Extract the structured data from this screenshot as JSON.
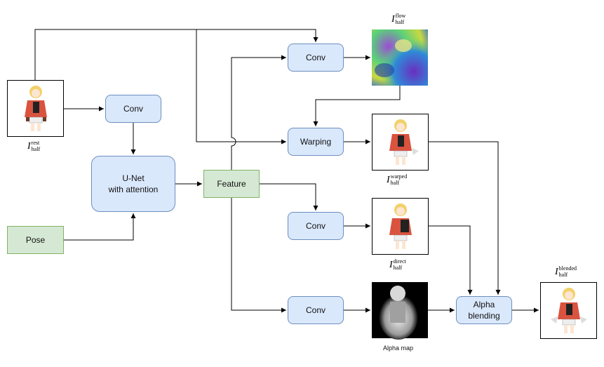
{
  "nodes": {
    "conv_top": "Conv",
    "conv_left": "Conv",
    "warping": "Warping",
    "unet_line1": "U-Net",
    "unet_line2": "with attention",
    "feature": "Feature",
    "pose": "Pose",
    "conv_mid": "Conv",
    "conv_bottom": "Conv",
    "alpha_line1": "Alpha",
    "alpha_line2": "blending"
  },
  "labels": {
    "rest": {
      "main": "I",
      "sup": "rest",
      "sub": "half"
    },
    "flow": {
      "main": "I",
      "sup": "flow",
      "sub": "half"
    },
    "warped": {
      "main": "I",
      "sup": "warped",
      "sub": "half"
    },
    "direct": {
      "main": "I",
      "sup": "direct",
      "sub": "half"
    },
    "blended": {
      "main": "I",
      "sup": "blended",
      "sub": "half"
    },
    "alpha_map": "Alpha map"
  },
  "colors": {
    "process_fill": "#dae8fc",
    "process_stroke": "#6c8ebf",
    "data_fill": "#d5e8d4",
    "data_stroke": "#82b366",
    "edge": "#000000"
  }
}
